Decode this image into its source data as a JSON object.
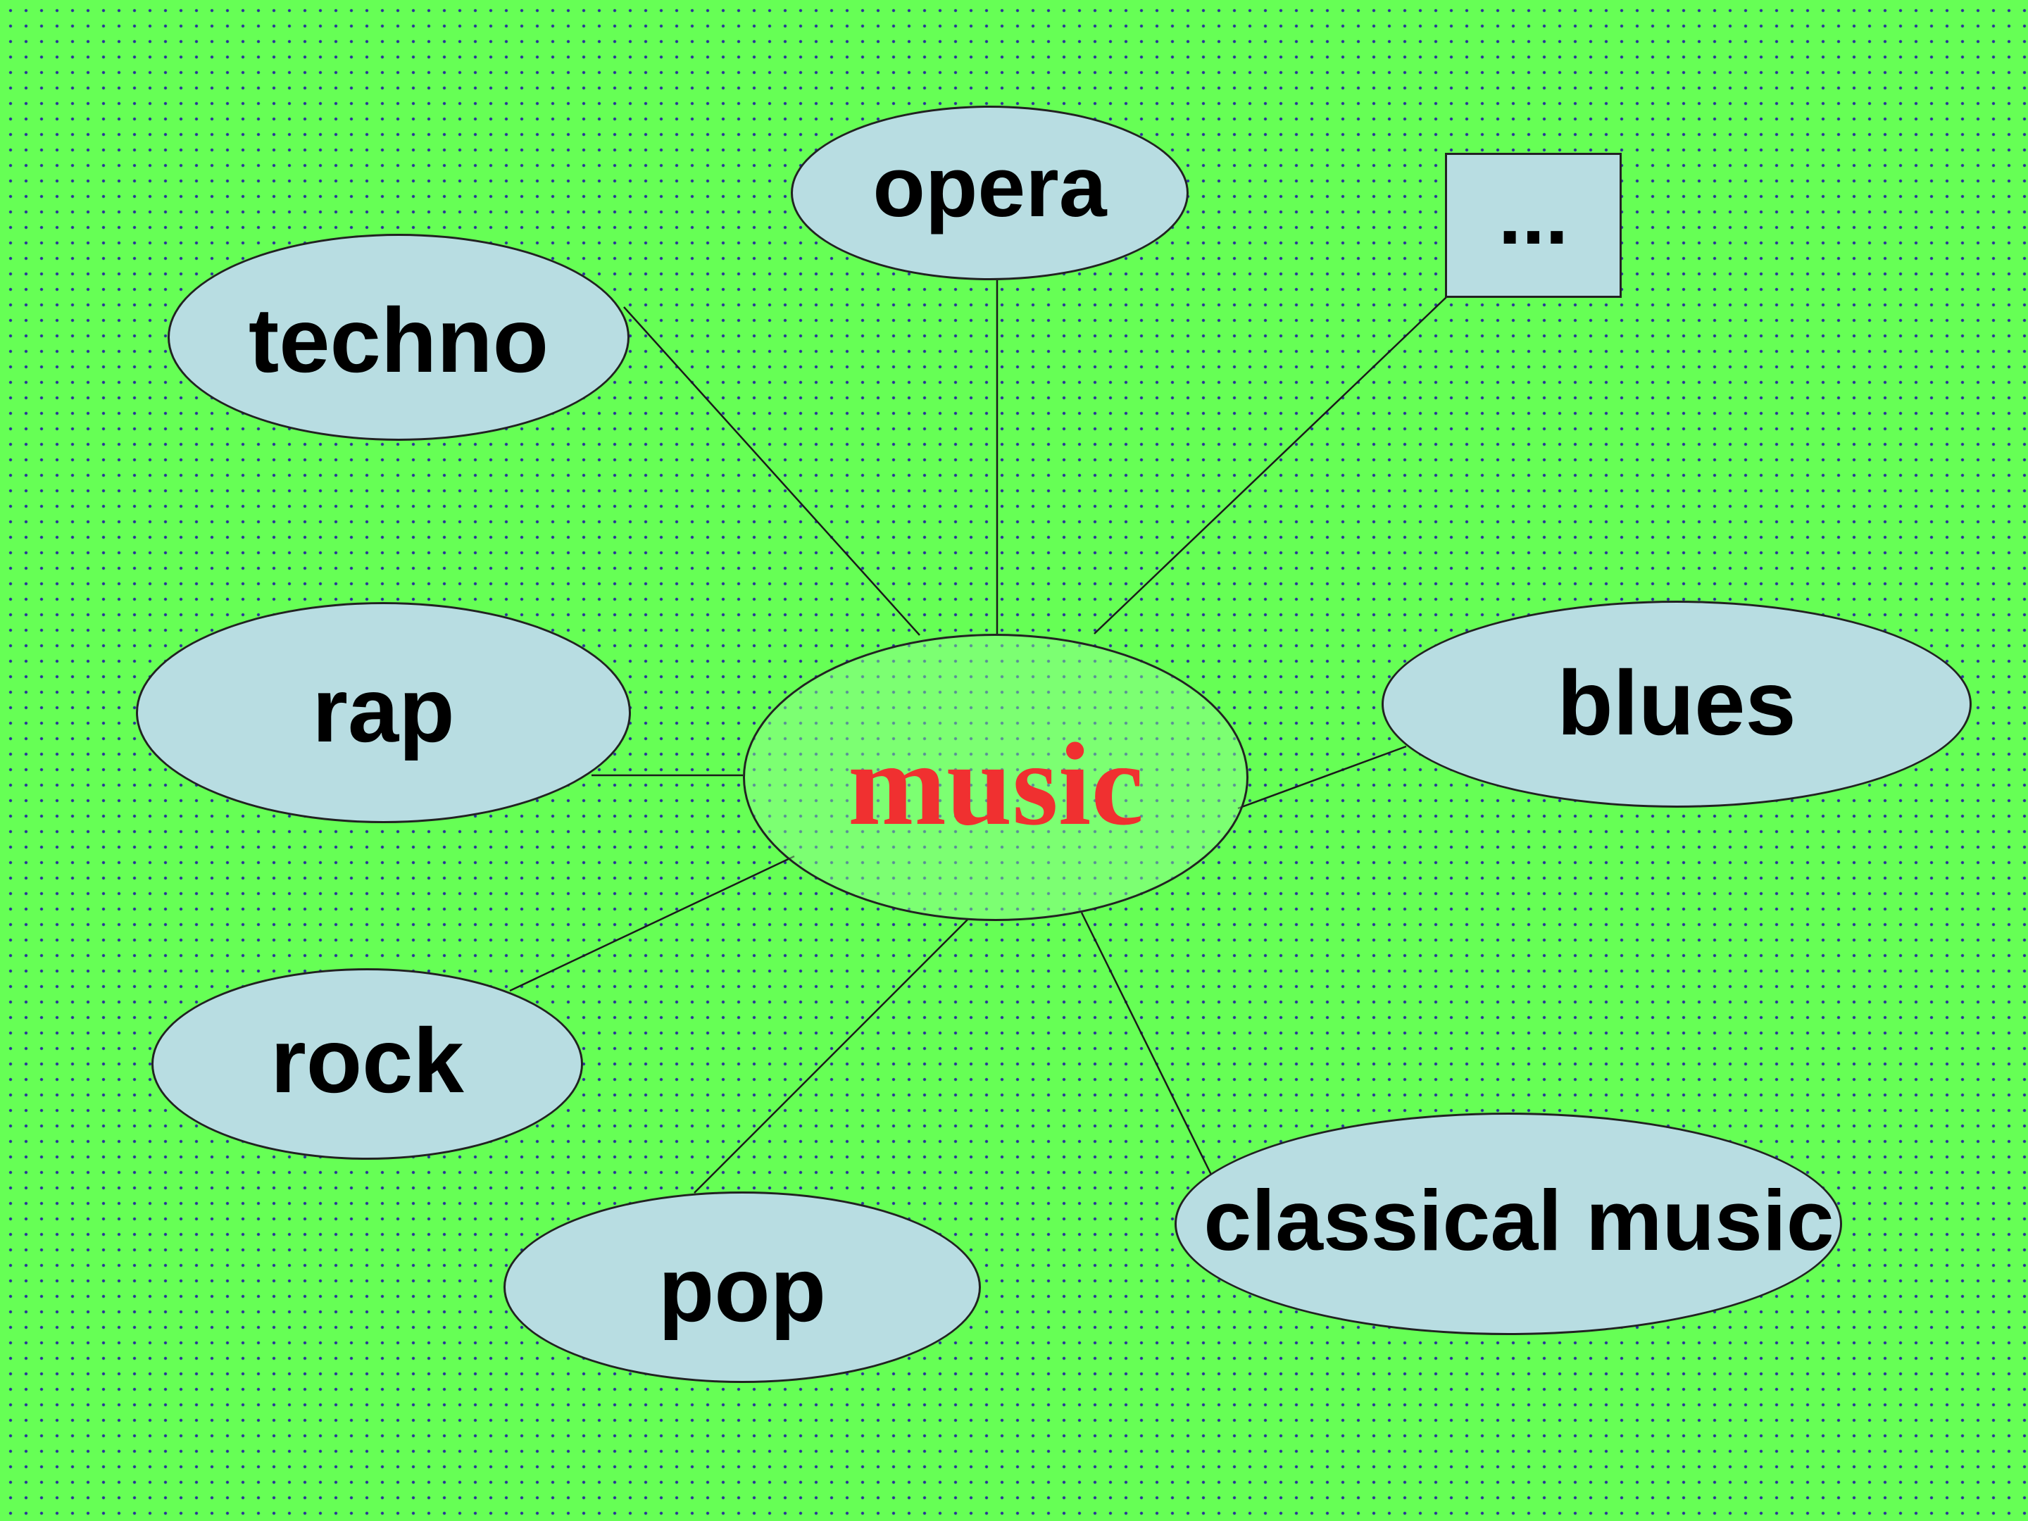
{
  "diagram": {
    "center": {
      "label": "music",
      "color": "#f03030"
    },
    "nodes": {
      "opera": "opera",
      "techno": "techno",
      "rap": "rap",
      "blues": "blues",
      "rock": "rock",
      "pop": "pop",
      "classical_music": "classical music",
      "more": "..."
    },
    "colors": {
      "background": "#66ff55",
      "dots": "#2a2f9a",
      "node_fill": "#b8dde2",
      "outline": "#222222"
    }
  }
}
